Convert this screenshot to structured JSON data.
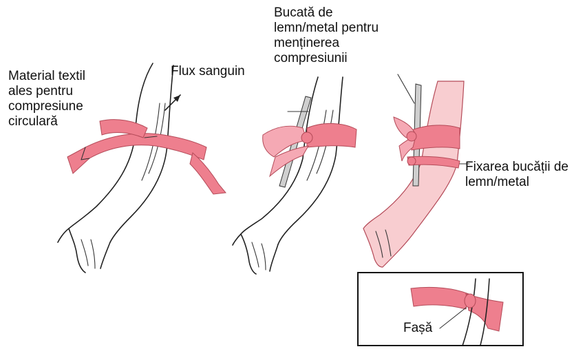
{
  "labels": {
    "textile": [
      "Material textil",
      "ales pentru",
      "compresiune",
      "circulară"
    ],
    "flow": [
      "Flux sanguin"
    ],
    "stick": [
      "Bucată de",
      "lemn/metal pentru",
      "menținerea",
      "compresiunii"
    ],
    "fix": [
      "Fixarea bucății de",
      "lemn/metal"
    ],
    "bandage": [
      "Fașă"
    ]
  },
  "colors": {
    "band": "#ee7f8e",
    "band_light": "#f5a9b4",
    "band_shade": "#d9606f",
    "skin_tint": "#f8cdd0",
    "line": "#222222"
  }
}
